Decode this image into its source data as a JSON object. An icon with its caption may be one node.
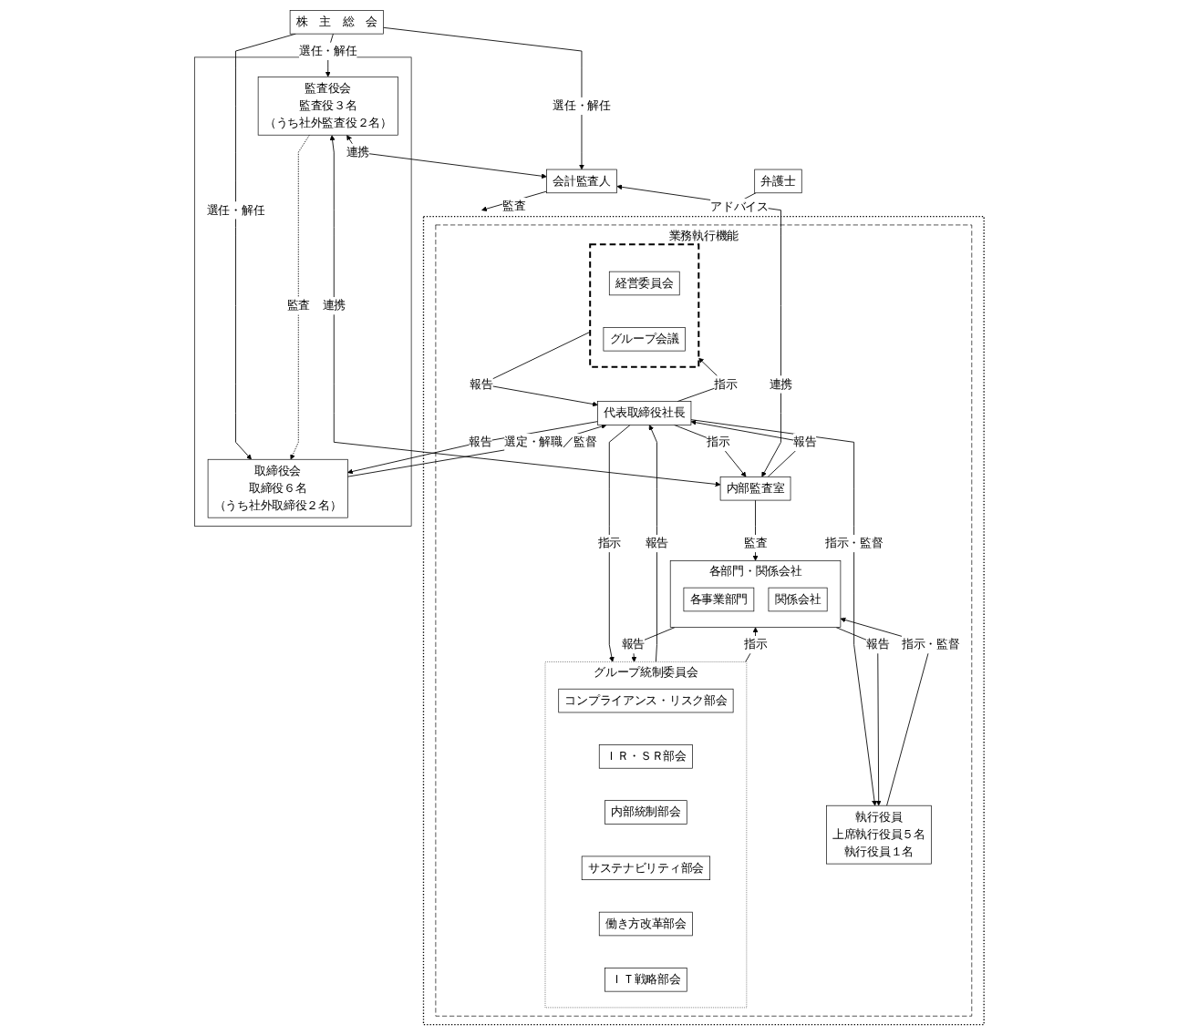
{
  "diagram": {
    "nodes": [
      {
        "text": [
          "株　主　総　会"
        ]
      },
      {
        "text": [],
        "shape": "box"
      },
      {
        "text": [],
        "shape": "box"
      },
      {
        "text": [
          "取締役会",
          "取締役６名",
          "（うち社外取締役２名）"
        ],
        "in": 2
      },
      {
        "text": [
          "監査役会",
          "監査役３名",
          "（うち社外監査役２名）"
        ],
        "in": 2
      },
      {
        "text": [
          "会計監査人"
        ]
      },
      {
        "text": [
          "業務執行機能"
        ],
        "in": 1
      },
      {
        "text": [
          "代表取締役社長"
        ],
        "in": 6
      },
      {
        "text": [
          "内部監査室"
        ],
        "in": 6
      },
      {
        "text": [],
        "shape": "box",
        "in": 6
      },
      {
        "text": [
          "経営委員会"
        ],
        "in": 9
      },
      {
        "text": [
          "グループ会議"
        ],
        "in": 9
      },
      {
        "text": [
          "執行役員",
          "上席執行役員５名",
          "執行役員１名"
        ],
        "in": 6
      },
      {
        "text": [
          "グループ統制委員会"
        ],
        "in": 6
      },
      {
        "text": [
          "コンプライアンス・リスク部会"
        ],
        "in": 13
      },
      {
        "text": [
          "ＩＲ・ＳＲ部会"
        ],
        "in": 13
      },
      {
        "text": [
          "内部統制部会"
        ],
        "in": 13
      },
      {
        "text": [
          "サステナビリティ部会"
        ],
        "in": 13
      },
      {
        "text": [
          "働き方改革部会"
        ],
        "in": 13
      },
      {
        "text": [
          "ＩＴ戦略部会"
        ],
        "in": 13
      },
      {
        "text": [
          "弁護士"
        ]
      },
      {
        "text": [
          "各部門・関係会社"
        ],
        "in": 6
      },
      {
        "text": [
          "各事業部門"
        ],
        "in": 21
      },
      {
        "text": [
          "関係会社"
        ],
        "in": 21
      }
    ],
    "edges": [
      {
        "from": 0,
        "to": 3,
        "arrow": "to",
        "label": "選任・解任"
      },
      {
        "from": 0,
        "to": 4,
        "arrow": "to",
        "label": "選任・解任"
      },
      {
        "from": 0,
        "to": 5,
        "arrow": "to",
        "label": "選任・解任"
      },
      {
        "from": 4,
        "to": 3,
        "arrow": "to",
        "label": "監査",
        "style": "dashed"
      },
      {
        "from": 4,
        "to": 5,
        "arrow": "both",
        "label": "連携"
      },
      {
        "from": 3,
        "to": 7,
        "arrow": "to",
        "label": "選定・解職／監督"
      },
      {
        "from": 7,
        "to": 3,
        "arrow": "to",
        "label": "報告"
      },
      {
        "from": 4,
        "to": 8,
        "arrow": "both",
        "label": "連携"
      },
      {
        "from": 8,
        "to": 7,
        "arrow": "to",
        "label": "報告"
      },
      {
        "from": 7,
        "to": 8,
        "arrow": "to",
        "label": "指示"
      },
      {
        "from": 5,
        "to": 8,
        "arrow": "both",
        "label": "連携"
      },
      {
        "from": 7,
        "to": 9,
        "arrow": "to",
        "label": "指示"
      },
      {
        "from": 9,
        "to": 7,
        "arrow": "to",
        "label": "報告"
      },
      {
        "from": 7,
        "to": 12,
        "arrow": "to",
        "label": "指示・監督"
      },
      {
        "from": 13,
        "to": 7,
        "arrow": "to",
        "label": "報告"
      },
      {
        "from": 7,
        "to": 13,
        "arrow": "to",
        "label": "指示"
      },
      {
        "from": 21,
        "to": 12,
        "arrow": "to",
        "label": "報告"
      },
      {
        "from": 12,
        "to": 21,
        "arrow": "to",
        "label": "指示・監督"
      },
      {
        "from": 21,
        "to": 13,
        "arrow": "to",
        "label": "報告"
      },
      {
        "from": 13,
        "to": 21,
        "arrow": "to",
        "label": "指示"
      },
      {
        "from": 8,
        "to": 21,
        "arrow": "to",
        "label": "監査"
      },
      {
        "from": 5,
        "to": 1,
        "arrow": "to",
        "label": "監査"
      },
      {
        "from": 20,
        "to": 1,
        "arrow": "to",
        "label": "アドバイス"
      }
    ]
  }
}
